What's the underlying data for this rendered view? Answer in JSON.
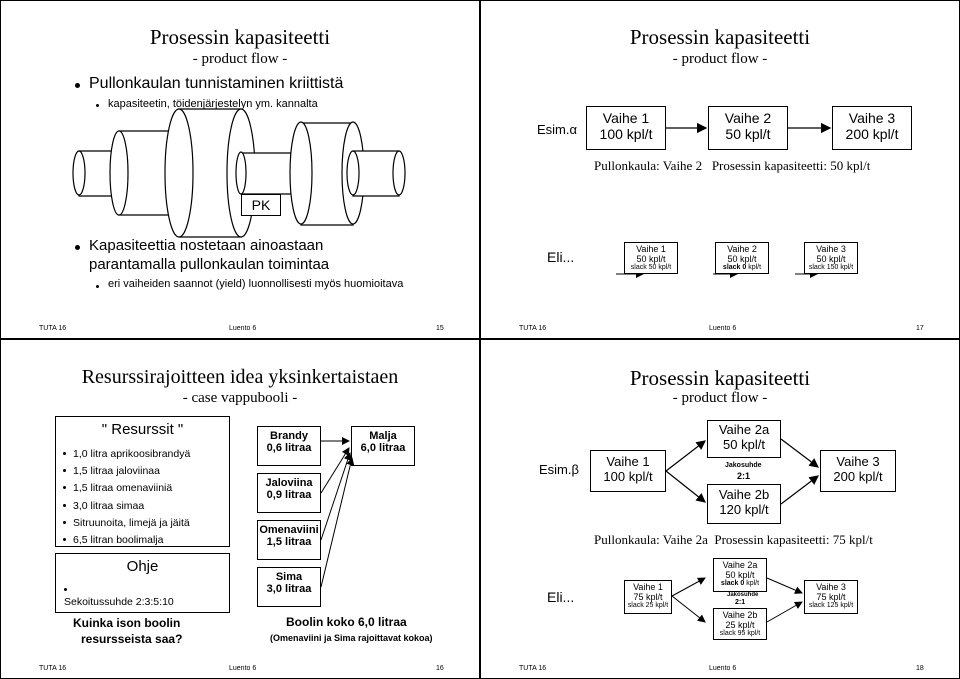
{
  "s15": {
    "title1": "Prosessin kapasiteetti",
    "title2": "- product flow -",
    "b1": "Pullonkaulan tunnistaminen kriittistä",
    "b1s": "kapasiteetin, töidenjärjestelyn ym. kannalta",
    "pk": "PK",
    "b2a": "Kapasiteettia nostetaan ainoastaan",
    "b2b": "parantamalla pullonkaulan toimintaa",
    "b2s": "eri vaiheiden saannot (yield) luonnollisesti myös huomioitava",
    "f_left": "TUTA 16",
    "f_mid": "Luento 6",
    "f_num": "15"
  },
  "s17": {
    "title1": "Prosessin kapasiteetti",
    "title2": "- product flow -",
    "esim": "Esim.α",
    "boxes": [
      {
        "name": "Vaihe 1",
        "rate": "100 kpl/t"
      },
      {
        "name": "Vaihe 2",
        "rate": "50 kpl/t"
      },
      {
        "name": "Vaihe 3",
        "rate": "200 kpl/t"
      }
    ],
    "pk_line": "Pullonkaula: Vaihe 2   Prosessin kapasiteetti: 50 kpl/t",
    "eli": "Eli...",
    "small": [
      {
        "name": "Vaihe 1",
        "rate": "50 kpl/t",
        "slack": "slack 50 kpl/t"
      },
      {
        "name": "Vaihe 2",
        "rate": "50 kpl/t",
        "slack_b": "slack 0",
        "slack_r": " kpl/t"
      },
      {
        "name": "Vaihe 3",
        "rate": "50 kpl/t",
        "slack": "slack 150 kpl/t"
      }
    ],
    "f_left": "TUTA 16",
    "f_mid": "Luento 6",
    "f_num": "17"
  },
  "s16": {
    "title1": "Resurssirajoitteen idea yksinkertaistaen",
    "title2": "- case vappubooli -",
    "res_head": "\" Resurssit \"",
    "res_items": [
      "1,0 litra aprikoosibrandyä",
      "1,5 litraa jaloviinaa",
      "1,5 litraa omenaviiniä",
      "3,0 litraa simaa",
      "Sitruunoita, limejä ja jäitä",
      "6,5 litran boolimalja"
    ],
    "ohje_head": "Ohje",
    "ohje_item": "Sekoitussuhde 2:3:5:10",
    "question_a": "Kuinka ison boolin",
    "question_b": "resursseista saa?",
    "brandy_a": "Brandy",
    "brandy_b": "0,6 litraa",
    "jalo_a": "Jaloviina",
    "jalo_b": "0,9 litraa",
    "omena_a": "Omenaviini",
    "omena_b": "1,5 litraa",
    "sima_a": "Sima",
    "sima_b": "3,0 litraa",
    "malja_a": "Malja",
    "malja_b": "6,0 litraa",
    "boolin": "Boolin koko 6,0 litraa",
    "boolin_note": "(Omenaviini ja Sima rajoittavat kokoa)",
    "f_left": "TUTA 16",
    "f_mid": "Luento 6",
    "f_num": "16"
  },
  "s18": {
    "title1": "Prosessin kapasiteetti",
    "title2": "- product flow -",
    "esim": "Esim.β",
    "v1_a": "Vaihe 1",
    "v1_b": "100 kpl/t",
    "v2a_a": "Vaihe 2a",
    "v2a_b": "50 kpl/t",
    "jako_lbl": "Jakosuhde",
    "jako_val": "2:1",
    "v2b_a": "Vaihe 2b",
    "v2b_b": "120 kpl/t",
    "v3_a": "Vaihe 3",
    "v3_b": "200 kpl/t",
    "pk_line": "Pullonkaula: Vaihe 2a  Prosessin kapasiteetti: 75 kpl/t",
    "eli": "Eli...",
    "e1_a": "Vaihe 1",
    "e1_b": "75 kpl/t",
    "e1_c": "slack 25 kpl/t",
    "e2a_a": "Vaihe 2a",
    "e2a_b": "50 kpl/t",
    "e2a_cb": "slack 0",
    "e2a_cr": " kpl/t",
    "ejako_lbl": "Jakosuhde",
    "ejako_val": "2:1",
    "e2b_a": "Vaihe 2b",
    "e2b_b": "25 kpl/t",
    "e2b_c": "slack 95 kpl/t",
    "e3_a": "Vaihe 3",
    "e3_b": "75 kpl/t",
    "e3_c": "slack 125 kpl/t",
    "f_left": "TUTA 16",
    "f_mid": "Luento 6",
    "f_num": "18"
  }
}
